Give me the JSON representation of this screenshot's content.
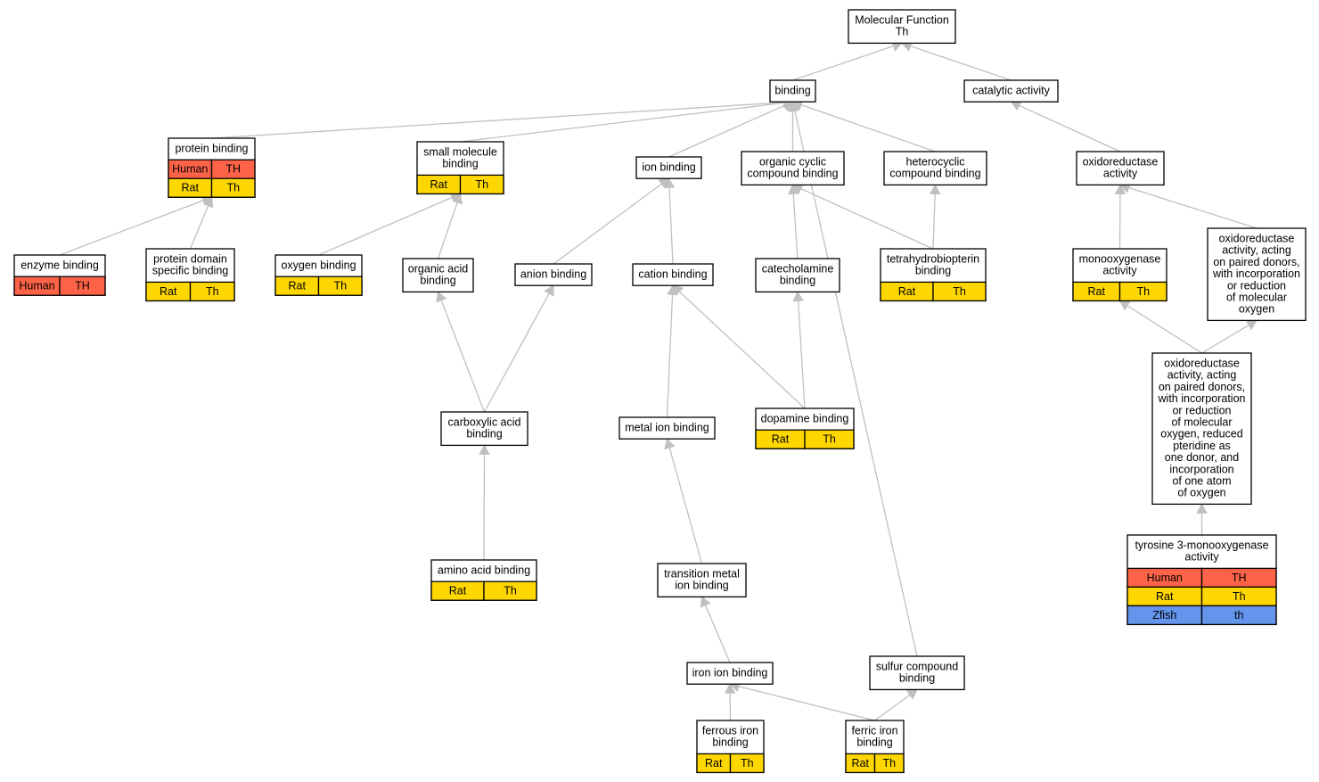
{
  "colors": {
    "edge": "#c0c0c0",
    "Human": "#ff6347",
    "Rat": "#ffd700",
    "Zfish": "#6495ed"
  },
  "nodes": [
    {
      "id": "molecular-function",
      "lines": [
        "Molecular Function",
        "Th"
      ],
      "rows": []
    },
    {
      "id": "binding",
      "lines": [
        "binding"
      ],
      "rows": []
    },
    {
      "id": "catalytic-activity",
      "lines": [
        "catalytic activity"
      ],
      "rows": []
    },
    {
      "id": "protein-binding",
      "lines": [
        "protein binding"
      ],
      "rows": [
        {
          "species": "Human",
          "gene": "TH"
        },
        {
          "species": "Rat",
          "gene": "Th"
        }
      ]
    },
    {
      "id": "small-molecule-binding",
      "lines": [
        "small molecule",
        "binding"
      ],
      "rows": [
        {
          "species": "Rat",
          "gene": "Th"
        }
      ]
    },
    {
      "id": "ion-binding",
      "lines": [
        "ion binding"
      ],
      "rows": []
    },
    {
      "id": "organic-cyclic-compound-binding",
      "lines": [
        "organic cyclic",
        "compound binding"
      ],
      "rows": []
    },
    {
      "id": "heterocyclic-compound-binding",
      "lines": [
        "heterocyclic",
        "compound binding"
      ],
      "rows": []
    },
    {
      "id": "oxidoreductase-activity",
      "lines": [
        "oxidoreductase",
        "activity"
      ],
      "rows": []
    },
    {
      "id": "enzyme-binding",
      "lines": [
        "enzyme binding"
      ],
      "rows": [
        {
          "species": "Human",
          "gene": "TH"
        }
      ]
    },
    {
      "id": "protein-domain-specific-binding",
      "lines": [
        "protein domain",
        "specific binding"
      ],
      "rows": [
        {
          "species": "Rat",
          "gene": "Th"
        }
      ]
    },
    {
      "id": "oxygen-binding",
      "lines": [
        "oxygen binding"
      ],
      "rows": [
        {
          "species": "Rat",
          "gene": "Th"
        }
      ]
    },
    {
      "id": "organic-acid-binding",
      "lines": [
        "organic acid",
        "binding"
      ],
      "rows": []
    },
    {
      "id": "anion-binding",
      "lines": [
        "anion binding"
      ],
      "rows": []
    },
    {
      "id": "cation-binding",
      "lines": [
        "cation binding"
      ],
      "rows": []
    },
    {
      "id": "catecholamine-binding",
      "lines": [
        "catecholamine",
        "binding"
      ],
      "rows": []
    },
    {
      "id": "tetrahydrobiopterin-binding",
      "lines": [
        "tetrahydrobiopterin",
        "binding"
      ],
      "rows": [
        {
          "species": "Rat",
          "gene": "Th"
        }
      ]
    },
    {
      "id": "monooxygenase-activity",
      "lines": [
        "monooxygenase",
        "activity"
      ],
      "rows": [
        {
          "species": "Rat",
          "gene": "Th"
        }
      ]
    },
    {
      "id": "oxidoreductase-paired-donors",
      "lines": [
        "oxidoreductase",
        "activity, acting",
        "on paired donors,",
        "with incorporation",
        "or reduction",
        "of molecular",
        "oxygen"
      ],
      "rows": []
    },
    {
      "id": "oxidoreductase-reduced-pteridine",
      "lines": [
        "oxidoreductase",
        "activity, acting",
        "on paired donors,",
        "with incorporation",
        "or reduction",
        "of molecular",
        "oxygen, reduced",
        "pteridine as",
        "one donor, and",
        "incorporation",
        "of one atom",
        "of oxygen"
      ],
      "rows": []
    },
    {
      "id": "carboxylic-acid-binding",
      "lines": [
        "carboxylic acid",
        "binding"
      ],
      "rows": []
    },
    {
      "id": "metal-ion-binding",
      "lines": [
        "metal ion binding"
      ],
      "rows": []
    },
    {
      "id": "dopamine-binding",
      "lines": [
        "dopamine binding"
      ],
      "rows": [
        {
          "species": "Rat",
          "gene": "Th"
        }
      ]
    },
    {
      "id": "tyrosine-3-monooxygenase-activity",
      "lines": [
        "tyrosine 3-monooxygenase",
        "activity"
      ],
      "rows": [
        {
          "species": "Human",
          "gene": "TH"
        },
        {
          "species": "Rat",
          "gene": "Th"
        },
        {
          "species": "Zfish",
          "gene": "th"
        }
      ]
    },
    {
      "id": "amino-acid-binding",
      "lines": [
        "amino acid binding"
      ],
      "rows": [
        {
          "species": "Rat",
          "gene": "Th"
        }
      ]
    },
    {
      "id": "transition-metal-ion-binding",
      "lines": [
        "transition metal",
        "ion binding"
      ],
      "rows": []
    },
    {
      "id": "iron-ion-binding",
      "lines": [
        "iron ion binding"
      ],
      "rows": []
    },
    {
      "id": "sulfur-compound-binding",
      "lines": [
        "sulfur compound",
        "binding"
      ],
      "rows": []
    },
    {
      "id": "ferrous-iron-binding",
      "lines": [
        "ferrous iron",
        "binding"
      ],
      "rows": [
        {
          "species": "Rat",
          "gene": "Th"
        }
      ]
    },
    {
      "id": "ferric-iron-binding",
      "lines": [
        "ferric iron",
        "binding"
      ],
      "rows": [
        {
          "species": "Rat",
          "gene": "Th"
        }
      ]
    }
  ],
  "edges": [
    {
      "from": "binding",
      "to": "molecular-function"
    },
    {
      "from": "catalytic-activity",
      "to": "molecular-function"
    },
    {
      "from": "protein-binding",
      "to": "binding"
    },
    {
      "from": "small-molecule-binding",
      "to": "binding"
    },
    {
      "from": "ion-binding",
      "to": "binding"
    },
    {
      "from": "organic-cyclic-compound-binding",
      "to": "binding"
    },
    {
      "from": "heterocyclic-compound-binding",
      "to": "binding"
    },
    {
      "from": "sulfur-compound-binding",
      "to": "binding"
    },
    {
      "from": "oxidoreductase-activity",
      "to": "catalytic-activity"
    },
    {
      "from": "enzyme-binding",
      "to": "protein-binding"
    },
    {
      "from": "protein-domain-specific-binding",
      "to": "protein-binding"
    },
    {
      "from": "oxygen-binding",
      "to": "small-molecule-binding"
    },
    {
      "from": "organic-acid-binding",
      "to": "small-molecule-binding"
    },
    {
      "from": "anion-binding",
      "to": "ion-binding"
    },
    {
      "from": "cation-binding",
      "to": "ion-binding"
    },
    {
      "from": "catecholamine-binding",
      "to": "organic-cyclic-compound-binding"
    },
    {
      "from": "tetrahydrobiopterin-binding",
      "to": "organic-cyclic-compound-binding"
    },
    {
      "from": "tetrahydrobiopterin-binding",
      "to": "heterocyclic-compound-binding"
    },
    {
      "from": "monooxygenase-activity",
      "to": "oxidoreductase-activity"
    },
    {
      "from": "oxidoreductase-paired-donors",
      "to": "oxidoreductase-activity"
    },
    {
      "from": "oxidoreductase-reduced-pteridine",
      "to": "monooxygenase-activity"
    },
    {
      "from": "oxidoreductase-reduced-pteridine",
      "to": "oxidoreductase-paired-donors"
    },
    {
      "from": "carboxylic-acid-binding",
      "to": "organic-acid-binding"
    },
    {
      "from": "carboxylic-acid-binding",
      "to": "anion-binding"
    },
    {
      "from": "metal-ion-binding",
      "to": "cation-binding"
    },
    {
      "from": "dopamine-binding",
      "to": "cation-binding"
    },
    {
      "from": "dopamine-binding",
      "to": "catecholamine-binding"
    },
    {
      "from": "tyrosine-3-monooxygenase-activity",
      "to": "oxidoreductase-reduced-pteridine"
    },
    {
      "from": "amino-acid-binding",
      "to": "carboxylic-acid-binding"
    },
    {
      "from": "transition-metal-ion-binding",
      "to": "metal-ion-binding"
    },
    {
      "from": "iron-ion-binding",
      "to": "transition-metal-ion-binding"
    },
    {
      "from": "ferrous-iron-binding",
      "to": "iron-ion-binding"
    },
    {
      "from": "ferric-iron-binding",
      "to": "iron-ion-binding"
    },
    {
      "from": "ferric-iron-binding",
      "to": "sulfur-compound-binding"
    }
  ]
}
